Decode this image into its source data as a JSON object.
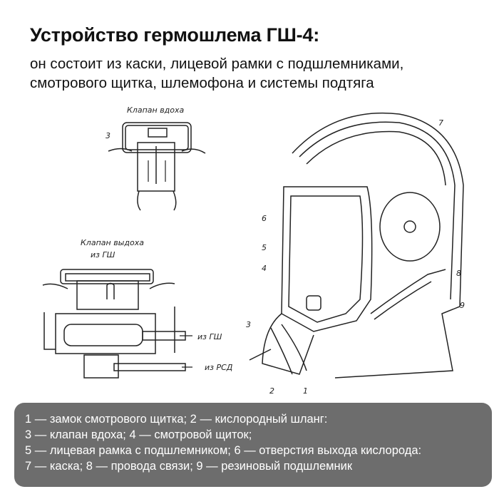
{
  "header": {
    "title": "Устройство гермошлема ГШ-4:",
    "subtitle_lines": [
      "он состоит из каски, лицевой рамки с подшлемниками,",
      "смотрового щитка, шлемофона и системы подтяга"
    ]
  },
  "diagram": {
    "inhale_valve": {
      "title": "Клапан вдоха",
      "number": "3"
    },
    "exhale_valve": {
      "title": "Клапан выдоха",
      "from_top": "из ГШ",
      "from_side": "из ГШ",
      "from_rsd": "из РСД"
    },
    "helmet_numbers": {
      "n1": "1",
      "n2": "2",
      "n3": "3",
      "n4": "4",
      "n5": "5",
      "n6": "6",
      "n7": "7",
      "n8": "8",
      "n9": "9"
    }
  },
  "legend": {
    "lines": [
      "1 — замок смотрового щитка; 2 — кислородный шланг:",
      "3 — клапан вдоха; 4 — смотровой щиток;",
      "5 — лицевая рамка с подшлемником; 6 — отверстия выхода кислорода:",
      "7 — каска; 8 — провода связи; 9 — резиновый подшлемник"
    ]
  }
}
